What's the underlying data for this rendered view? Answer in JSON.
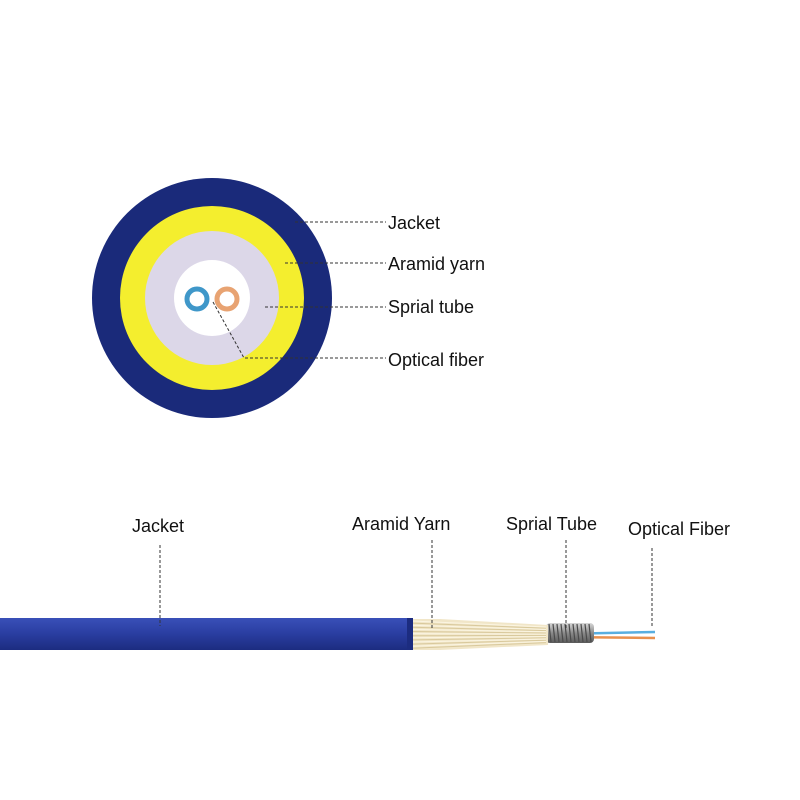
{
  "cross_section": {
    "labels": [
      "Jacket",
      "Aramid yarn",
      "Sprial tube",
      "Optical fiber"
    ],
    "colors": {
      "jacket": "#1a2a7a",
      "aramid": "#f4ee2e",
      "tube": "#dcd7e8",
      "core": "#ffffff",
      "fiber_blue": "#3f97c9",
      "fiber_orange": "#e8a372"
    }
  },
  "side_view": {
    "labels": [
      "Jacket",
      "Aramid Yarn",
      "Sprial Tube",
      "Optical Fiber"
    ],
    "colors": {
      "jacket": "#2b3fa3",
      "yarn": "#f1e6c8",
      "spring": "#9a9a9a",
      "fiber_blue": "#58aee0",
      "fiber_orange": "#e8904e"
    }
  }
}
